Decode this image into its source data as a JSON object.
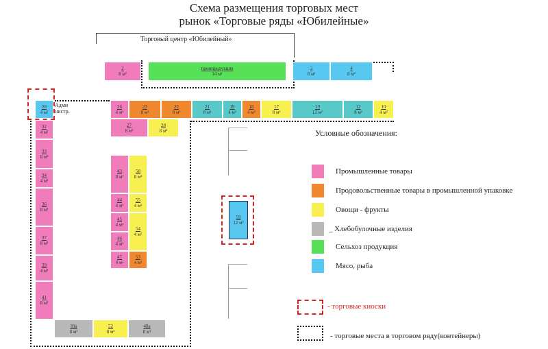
{
  "title": {
    "line1": "Схема размещения торговых мест",
    "line2": "рынок «Торговые ряды «Юбилейные»"
  },
  "colors": {
    "pink": "#f07cbc",
    "orange": "#f08830",
    "yellow": "#f8f050",
    "gray": "#b8b8b8",
    "green": "#58e058",
    "blue": "#58c8f0",
    "teal": "#58c8c8"
  },
  "building": {
    "label": "Торговый центр «Юбилейный»"
  },
  "admin": {
    "label": "Адми нистр."
  },
  "stalls": [
    {
      "num": "2",
      "area": "8 м²",
      "color": "pink",
      "key": "s2"
    },
    {
      "num": "промпродукция",
      "area": "14 м²",
      "color": "green",
      "key": "s_green"
    },
    {
      "num": "3",
      "area": "8 м²",
      "color": "blue",
      "key": "s3"
    },
    {
      "num": "4",
      "area": "8 м²",
      "color": "blue",
      "key": "s4"
    },
    {
      "num": "28",
      "area": "4 м²",
      "color": "blue",
      "key": "s28a"
    },
    {
      "num": "32",
      "area": "4 м²",
      "color": "pink",
      "key": "s32"
    },
    {
      "num": "33",
      "area": "8 м²",
      "color": "pink",
      "key": "s33"
    },
    {
      "num": "34",
      "area": "4 м²",
      "color": "pink",
      "key": "s34"
    },
    {
      "num": "36",
      "area": "8 м²",
      "color": "pink",
      "key": "s36"
    },
    {
      "num": "37",
      "area": "8 м²",
      "color": "pink",
      "key": "s37"
    },
    {
      "num": "39",
      "area": "4 м²",
      "color": "pink",
      "key": "s39"
    },
    {
      "num": "41",
      "area": "8 м²",
      "color": "pink",
      "key": "s41"
    },
    {
      "num": "26",
      "area": "4 м²",
      "color": "pink",
      "key": "s26"
    },
    {
      "num": "23",
      "area": "8 м²",
      "color": "orange",
      "key": "s23"
    },
    {
      "num": "22",
      "area": "8 м²",
      "color": "orange",
      "key": "s22"
    },
    {
      "num": "21",
      "area": "8 м²",
      "color": "teal",
      "key": "s21"
    },
    {
      "num": "19",
      "area": "4 м²",
      "color": "teal",
      "key": "s19"
    },
    {
      "num": "18",
      "area": "4 м²",
      "color": "orange",
      "key": "s18"
    },
    {
      "num": "17",
      "area": "8 м²",
      "color": "yellow",
      "key": "s17"
    },
    {
      "num": "13",
      "area": "12 м²",
      "color": "teal",
      "key": "s13"
    },
    {
      "num": "12",
      "area": "8 м²",
      "color": "teal",
      "key": "s12"
    },
    {
      "num": "10",
      "area": "4 м²",
      "color": "yellow",
      "key": "s10"
    },
    {
      "num": "27",
      "area": "8 м²",
      "color": "pink",
      "key": "s27"
    },
    {
      "num": "28",
      "area": "8 м²",
      "color": "yellow",
      "key": "s28b"
    },
    {
      "num": "43",
      "area": "8 м²",
      "color": "pink",
      "key": "s43"
    },
    {
      "num": "44",
      "area": "4 м²",
      "color": "pink",
      "key": "s44"
    },
    {
      "num": "45",
      "area": "4 м²",
      "color": "pink",
      "key": "s45"
    },
    {
      "num": "46",
      "area": "4 м²",
      "color": "pink",
      "key": "s46"
    },
    {
      "num": "47",
      "area": "4 м²",
      "color": "pink",
      "key": "s47"
    },
    {
      "num": "58",
      "area": "8 м²",
      "color": "yellow",
      "key": "s58"
    },
    {
      "num": "55",
      "area": "4 м²",
      "color": "yellow",
      "key": "s55"
    },
    {
      "num": "54",
      "area": "4 м²",
      "color": "yellow",
      "key": "s54"
    },
    {
      "num": "53",
      "area": "4 м²",
      "color": "orange",
      "key": "s53"
    },
    {
      "num": "59",
      "area": "12 м²",
      "color": "blue",
      "key": "s59"
    },
    {
      "num": "39а",
      "area": "8 м²",
      "color": "gray",
      "key": "s39a"
    },
    {
      "num": "52",
      "area": "8 м²",
      "color": "yellow",
      "key": "s52"
    },
    {
      "num": "48а",
      "area": "8 м²",
      "color": "gray",
      "key": "s48a"
    }
  ],
  "legend": {
    "title": "Условные обозначения:",
    "items": [
      {
        "color": "pink",
        "label": "Промышленные товары"
      },
      {
        "color": "orange",
        "label": "Продовольственные товары в промышленной упаковке"
      },
      {
        "color": "yellow",
        "label": "Овощи - фрукты"
      },
      {
        "color": "gray",
        "label": "_ Хлебобулочные изделия"
      },
      {
        "color": "green",
        "label": "Сельхоз продукция"
      },
      {
        "color": "blue",
        "label": "Мясо, рыба"
      }
    ],
    "kiosks": "- торговые киоски",
    "containers": "- торговые места в торговом ряду(контейнеры)"
  }
}
